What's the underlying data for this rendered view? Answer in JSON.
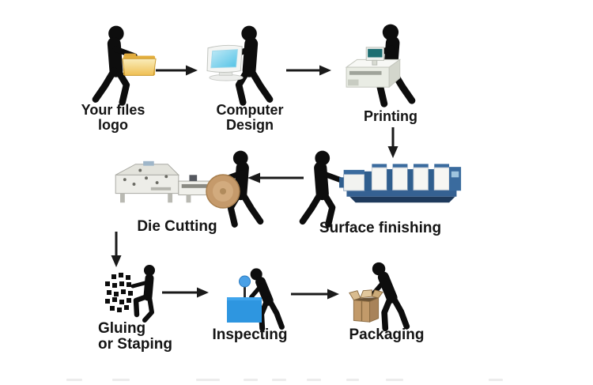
{
  "canvas": {
    "background": "#ffffff"
  },
  "flowchart": {
    "steps": [
      {
        "id": "your-files",
        "label": "Your files\nlogo",
        "icon": "folder-icon"
      },
      {
        "id": "computer-design",
        "label": "Computer\nDesign",
        "icon": "computer-icon"
      },
      {
        "id": "printing",
        "label": "Printing",
        "icon": "printer-icon"
      },
      {
        "id": "surface-finishing",
        "label": "Surface finishing",
        "icon": "offset-press-icon"
      },
      {
        "id": "die-cutting",
        "label": "Die Cutting",
        "icon": "die-cutting-machine-icon"
      },
      {
        "id": "gluing",
        "label": "Gluing\nor Staping",
        "icon": "glue-dots-icon"
      },
      {
        "id": "inspecting",
        "label": "Inspecting",
        "icon": "inspection-table-icon"
      },
      {
        "id": "packaging",
        "label": "Packaging",
        "icon": "carton-box-icon"
      }
    ],
    "arrows": [
      {
        "from": "your-files",
        "to": "computer-design",
        "direction": "right"
      },
      {
        "from": "computer-design",
        "to": "printing",
        "direction": "right"
      },
      {
        "from": "printing",
        "to": "surface-finishing",
        "direction": "down"
      },
      {
        "from": "surface-finishing",
        "to": "die-cutting",
        "direction": "left"
      },
      {
        "from": "die-cutting",
        "to": "gluing",
        "direction": "down"
      },
      {
        "from": "gluing",
        "to": "inspecting",
        "direction": "right"
      },
      {
        "from": "inspecting",
        "to": "packaging",
        "direction": "right"
      }
    ],
    "colors": {
      "text": "#141414",
      "figure_black": "#0d0d0d",
      "folder_yellow": "#EFC054",
      "monitor_screen_blue": "#7ED3EE",
      "printer_screen_teal": "#1E6E72",
      "press_steel_blue": "#3A6B9E",
      "paper_roll_tan": "#C59A6B",
      "inspection_blue": "#2E96E0",
      "carton_tan": "#C29A6A"
    }
  }
}
